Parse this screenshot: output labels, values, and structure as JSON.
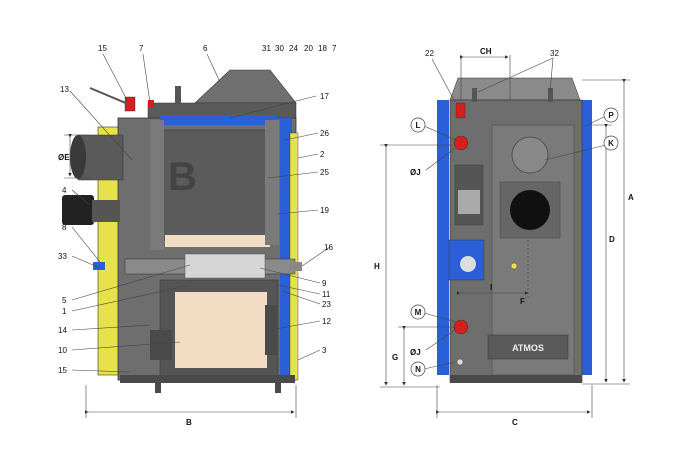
{
  "left_view": {
    "numbers": [
      "15",
      "7",
      "6",
      "31",
      "30",
      "24",
      "20",
      "18",
      "7",
      "13",
      "17",
      "26",
      "2",
      "25",
      "19",
      "16",
      "9",
      "11",
      "23",
      "12",
      "3",
      "4",
      "8",
      "33",
      "5",
      "1",
      "14",
      "10",
      "15"
    ],
    "dims": {
      "diameter_e": "ØE",
      "width_b": "B"
    },
    "brand_mark": "B"
  },
  "right_view": {
    "numbers": [
      "22",
      "32"
    ],
    "letters": [
      "L",
      "K",
      "P",
      "M",
      "N"
    ],
    "dims": {
      "ch": "CH",
      "oj_top": "ØJ",
      "oj_bottom": "ØJ",
      "h": "H",
      "g": "G",
      "d": "D",
      "a": "A",
      "c": "C",
      "i": "I",
      "f": "F"
    },
    "brand_plate": "ATMOS"
  },
  "colors": {
    "steel": "#6e6e6e",
    "steel_dark": "#4a4a4a",
    "steel_light": "#9a9a9a",
    "yellow": "#e8e24a",
    "blue": "#2a5fd8",
    "red": "#d61e1e",
    "chamber": "#f2dcc3",
    "line": "#333333"
  }
}
